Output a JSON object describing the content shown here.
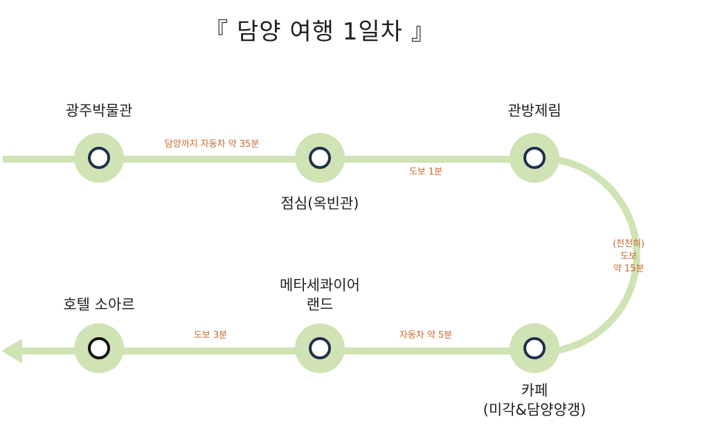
{
  "title": "『 담양 여행 1일차 』",
  "colors": {
    "route": "#cfe3b5",
    "node_ring": "#cfe3b5",
    "node_dot": "#1f2f4d",
    "node_dot_last": "#111111",
    "segment_text": "#c8682c"
  },
  "stops": [
    {
      "name": "광주박물관"
    },
    {
      "name": "점심(옥빈관)"
    },
    {
      "name": "관방제림"
    },
    {
      "name": "카페",
      "sub": "(미각&담양양갱)"
    },
    {
      "name": "메타세콰이어",
      "sub": "랜드"
    },
    {
      "name": "호텔 소아르"
    }
  ],
  "segments": [
    {
      "label": "담양까지 자동차 약 35분"
    },
    {
      "label": "도보 1분"
    },
    {
      "line1": "(천천히)",
      "line2": "도보",
      "line3": "약 15분"
    },
    {
      "label": "자동차 약 5분"
    },
    {
      "label": "도보 3분"
    }
  ]
}
